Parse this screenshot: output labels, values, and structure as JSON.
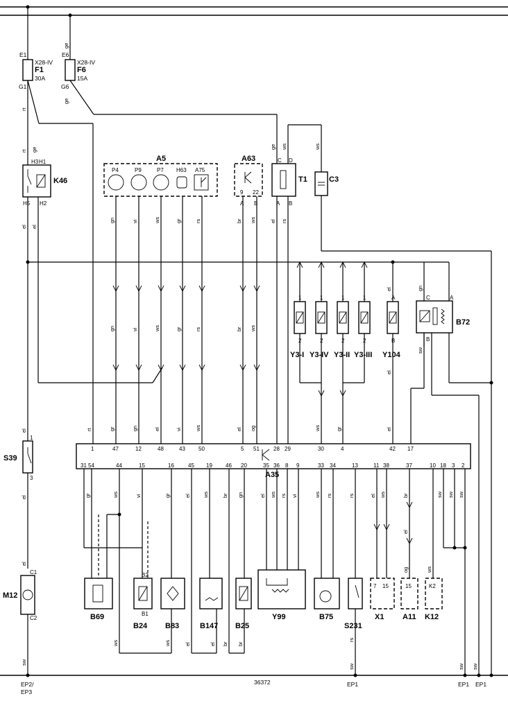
{
  "diagram_number": "36372",
  "ground_points": {
    "left": "EP2/",
    "left2": "EP3",
    "mid": "EP1",
    "r1": "EP1",
    "r2": "EP1"
  },
  "fuses": {
    "f1": {
      "name": "F1",
      "rating": "30A",
      "ref": "X28-IV",
      "pin_top": "E1",
      "pin_bot": "G1"
    },
    "f6": {
      "name": "F6",
      "rating": "15A",
      "ref": "X28-IV",
      "pin_top": "E6",
      "pin_bot": "G6"
    }
  },
  "components": {
    "k46": "K46",
    "a5": "A5",
    "a5_sub": [
      "P4",
      "P9",
      "P7",
      "H63",
      "A75"
    ],
    "a63": "A63",
    "t1": "T1",
    "c3": "C3",
    "b72": "B72",
    "yvalves": [
      "Y3-I",
      "Y3-IV",
      "Y3-II",
      "Y3-III",
      "Y104"
    ],
    "s39": "S39",
    "a35": "A35",
    "m12": "M12",
    "bottom": [
      "B69",
      "B24",
      "B83",
      "B147",
      "B25",
      "Y99",
      "B75",
      "S231",
      "X1",
      "A11",
      "K12"
    ]
  },
  "a35_top_pins": [
    "1",
    "47",
    "12",
    "48",
    "43",
    "50",
    "5",
    "51",
    "28",
    "29",
    "30",
    "4",
    "42",
    "17"
  ],
  "a35_bot_pins": [
    "31",
    "54",
    "44",
    "15",
    "16",
    "45",
    "19",
    "46",
    "20",
    "35",
    "36",
    "8",
    "9",
    "33",
    "34",
    "13",
    "11",
    "38",
    "37",
    "10",
    "18",
    "3",
    "2"
  ],
  "wire_colors": {
    "rt": "rt",
    "ge": "ge",
    "el": "el",
    "gn": "gn",
    "vi": "vi",
    "ws": "ws",
    "gr": "gr",
    "rs": "rs",
    "br": "br",
    "og": "og",
    "sw": "sw"
  },
  "pin_labels": {
    "h1": "H1",
    "h5": "H5",
    "h2": "H2",
    "h3": "H3",
    "a": "A",
    "b": "B",
    "c": "C",
    "d": "D",
    "n9": "9",
    "n22": "22",
    "n1": "1",
    "n2": "2",
    "n3": "3",
    "c1": "C1",
    "c2": "C2",
    "b1": "B1",
    "b2": "B2",
    "n7": "7",
    "n15": "15",
    "k2": "K2"
  }
}
